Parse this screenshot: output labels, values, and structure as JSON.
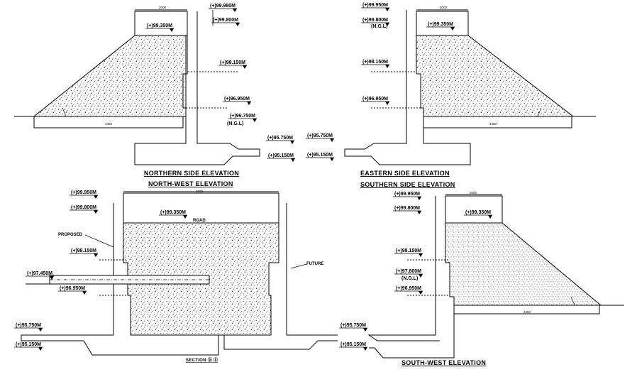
{
  "title": "Retaining wall elevation and section drawing",
  "views": {
    "northern": {
      "titles": [
        "NORTHERN SIDE ELEVATION",
        "NORTH-WEST ELEVATION"
      ],
      "dims": {
        "top": "2000",
        "base": "4450"
      },
      "levels": [
        "(+)99.980M",
        "(+)99.800M",
        "(+)99.350M",
        "(+)98.150M",
        "(+)96.950M",
        "(+)96.750M",
        "(N.G.L)",
        "(+)95.750M",
        "(+)95.150M"
      ]
    },
    "eastern": {
      "titles": [
        "EASTERN SIDE ELEVATION",
        "SOUTHERN SIDE ELEVATION"
      ],
      "dims": {
        "top": "2000",
        "base": "4450"
      },
      "levels": [
        "(+)99.950M",
        "(+)99.800M",
        "(N.G.L)",
        "(+)99.350M",
        "(+)98.150M",
        "(+)96.950M",
        "(+)95.750M",
        "(+)95.150M"
      ]
    },
    "section": {
      "title": "SECTION ⓑ ⓑ",
      "dims": {
        "top": "2000"
      },
      "labels": {
        "road": "ROAD",
        "proposed": "PROPOSED",
        "future": "FUTURE"
      },
      "levels": [
        "(+)99.950M",
        "(+)99.800M",
        "(+)99.350M",
        "(+)98.150M",
        "(+)97.450M",
        "(+)96.950M",
        "(+)95.750M",
        "(+)95.150M"
      ]
    },
    "southwest": {
      "title": "SOUTH-WEST ELEVATION",
      "dims": {
        "top": "2000",
        "base": "4450"
      },
      "levels": [
        "(+)99.950M",
        "(+)99.800M",
        "(+)99.350M",
        "(+)98.150M",
        "(+)97.800M",
        "(N.G.L)",
        "(+)96.950M",
        "(+)95.750M",
        "(+)95.150M"
      ]
    }
  }
}
